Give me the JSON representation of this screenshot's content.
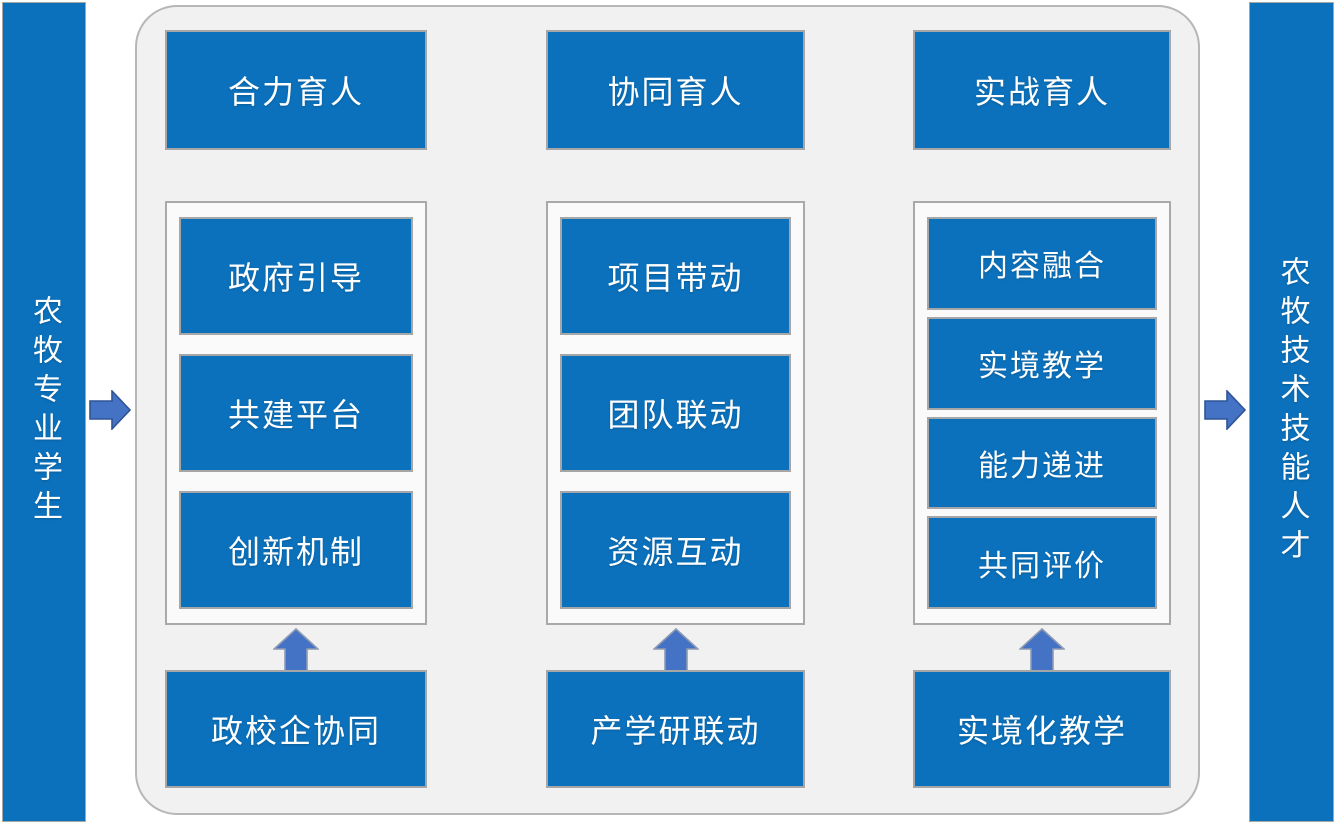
{
  "colors": {
    "box_blue": "#0b71bc",
    "box_border": "#a6a6a6",
    "panel_bg": "#f1f1f1",
    "panel_border": "#b7b7b7",
    "group_bg": "#fafafa",
    "group_border": "#a9a9a9",
    "arrow_fill": "#4472c4",
    "arrow_side_border": "#2f5496",
    "arrow_up_border": "#8e9bb3"
  },
  "left_bar": {
    "label": "农牧专业学生"
  },
  "right_bar": {
    "label": "农牧技术技能人才"
  },
  "columns": [
    {
      "title": "合力育人",
      "items": [
        "政府引导",
        "共建平台",
        "创新机制"
      ],
      "footer": "政校企协同"
    },
    {
      "title": "协同育人",
      "items": [
        "项目带动",
        "团队联动",
        "资源互动"
      ],
      "footer": "产学研联动"
    },
    {
      "title": "实战育人",
      "items": [
        "内容融合",
        "实境教学",
        "能力递进",
        "共同评价"
      ],
      "footer": "实境化教学"
    }
  ]
}
